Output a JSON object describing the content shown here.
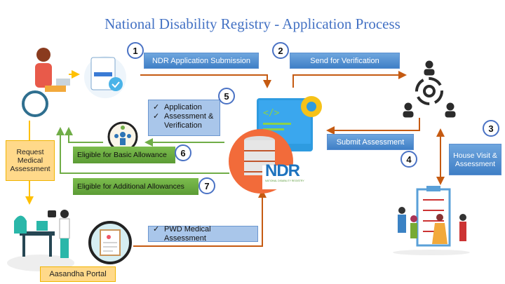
{
  "title": "National Disability Registry - Application Process",
  "steps": {
    "s1": {
      "num": "1",
      "label": "NDR Application Submission"
    },
    "s2": {
      "num": "2",
      "label": "Send for Verification"
    },
    "s3": {
      "num": "3",
      "label": "House Visit & Assessment"
    },
    "s4": {
      "num": "4",
      "label": "Submit Assessment"
    },
    "s5": {
      "num": "5",
      "items": [
        "Application",
        "Assessment & Verification"
      ]
    },
    "s6": {
      "num": "6",
      "label": "Eligible for Basic Allowance"
    },
    "s7": {
      "num": "7",
      "label": "Eligible for Additional Allowances"
    }
  },
  "request_medical": "Request Medical Assessment",
  "portal": "Aasandha Portal",
  "pwd": "PWD Medical Assessment",
  "logo": {
    "text": "NDR",
    "subtext": "NATIONAL DISABILITY REGISTRY"
  },
  "colors": {
    "title": "#4472C4",
    "orange_arrow": "#C55A11",
    "green_arrow": "#70AD47",
    "yellow_arrow": "#FFC000"
  }
}
